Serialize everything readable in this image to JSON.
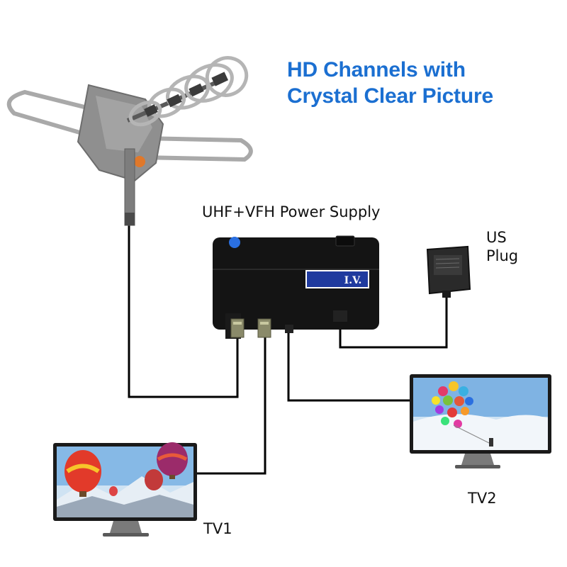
{
  "headline": {
    "line1": "HD Channels with",
    "line2": "Crystal Clear Picture"
  },
  "labels": {
    "power_supply": "UHF+VFH Power Supply",
    "us_plug_line1": "US",
    "us_plug_line2": "Plug",
    "tv1": "TV1",
    "tv2": "TV2"
  },
  "device_text": {
    "power_box_sticker": "I.V."
  },
  "colors": {
    "headline": "#1b6fd1",
    "cable": "#000000",
    "box": "#111111",
    "power_led": "#2a6fe0",
    "antenna": "#9a9a9a",
    "antenna_accent": "#e0782a"
  }
}
